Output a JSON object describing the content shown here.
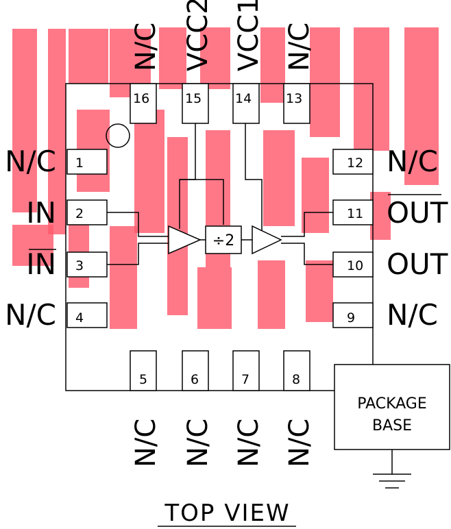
{
  "title": "TOP VIEW",
  "package_base": [
    "PACKAGE",
    "BASE"
  ],
  "divider_label": "÷2",
  "pins": {
    "p1": {
      "number": "1",
      "name": "N/C"
    },
    "p2": {
      "number": "2",
      "name": "IN"
    },
    "p3": {
      "number": "3",
      "name": "IN"
    },
    "p4": {
      "number": "4",
      "name": "N/C"
    },
    "p5": {
      "number": "5",
      "name": "N/C"
    },
    "p6": {
      "number": "6",
      "name": "N/C"
    },
    "p7": {
      "number": "7",
      "name": "N/C"
    },
    "p8": {
      "number": "8",
      "name": "N/C"
    },
    "p9": {
      "number": "9",
      "name": "N/C"
    },
    "p10": {
      "number": "10",
      "name": "OUT"
    },
    "p11": {
      "number": "11",
      "name": "OUT"
    },
    "p12": {
      "number": "12",
      "name": "N/C"
    },
    "p13": {
      "number": "13",
      "name": "N/C"
    },
    "p14": {
      "number": "14",
      "name": "VCC1"
    },
    "p15": {
      "number": "15",
      "name": "VCC2"
    },
    "p16": {
      "number": "16",
      "name": "N/C"
    }
  },
  "watermark_color": "#ff5a6e"
}
